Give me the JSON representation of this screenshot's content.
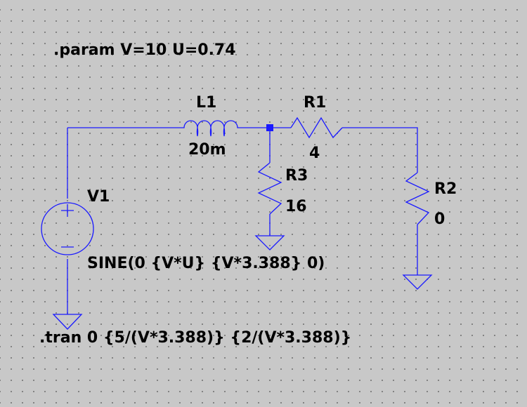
{
  "directives": {
    "param": ".param V=10 U=0.74",
    "tran": ".tran 0 {5/(V*3.388)} {2/(V*3.388)}"
  },
  "components": {
    "L1": {
      "name": "L1",
      "value": "20m"
    },
    "R1": {
      "name": "R1",
      "value": "4"
    },
    "R2": {
      "name": "R2",
      "value": "0"
    },
    "R3": {
      "name": "R3",
      "value": "16"
    },
    "V1": {
      "name": "V1",
      "value": "SINE(0 {V*U} {V*3.388} 0)"
    }
  },
  "colors": {
    "wire": "#1a1aff",
    "background": "#c8c8c8",
    "text": "#000000"
  }
}
